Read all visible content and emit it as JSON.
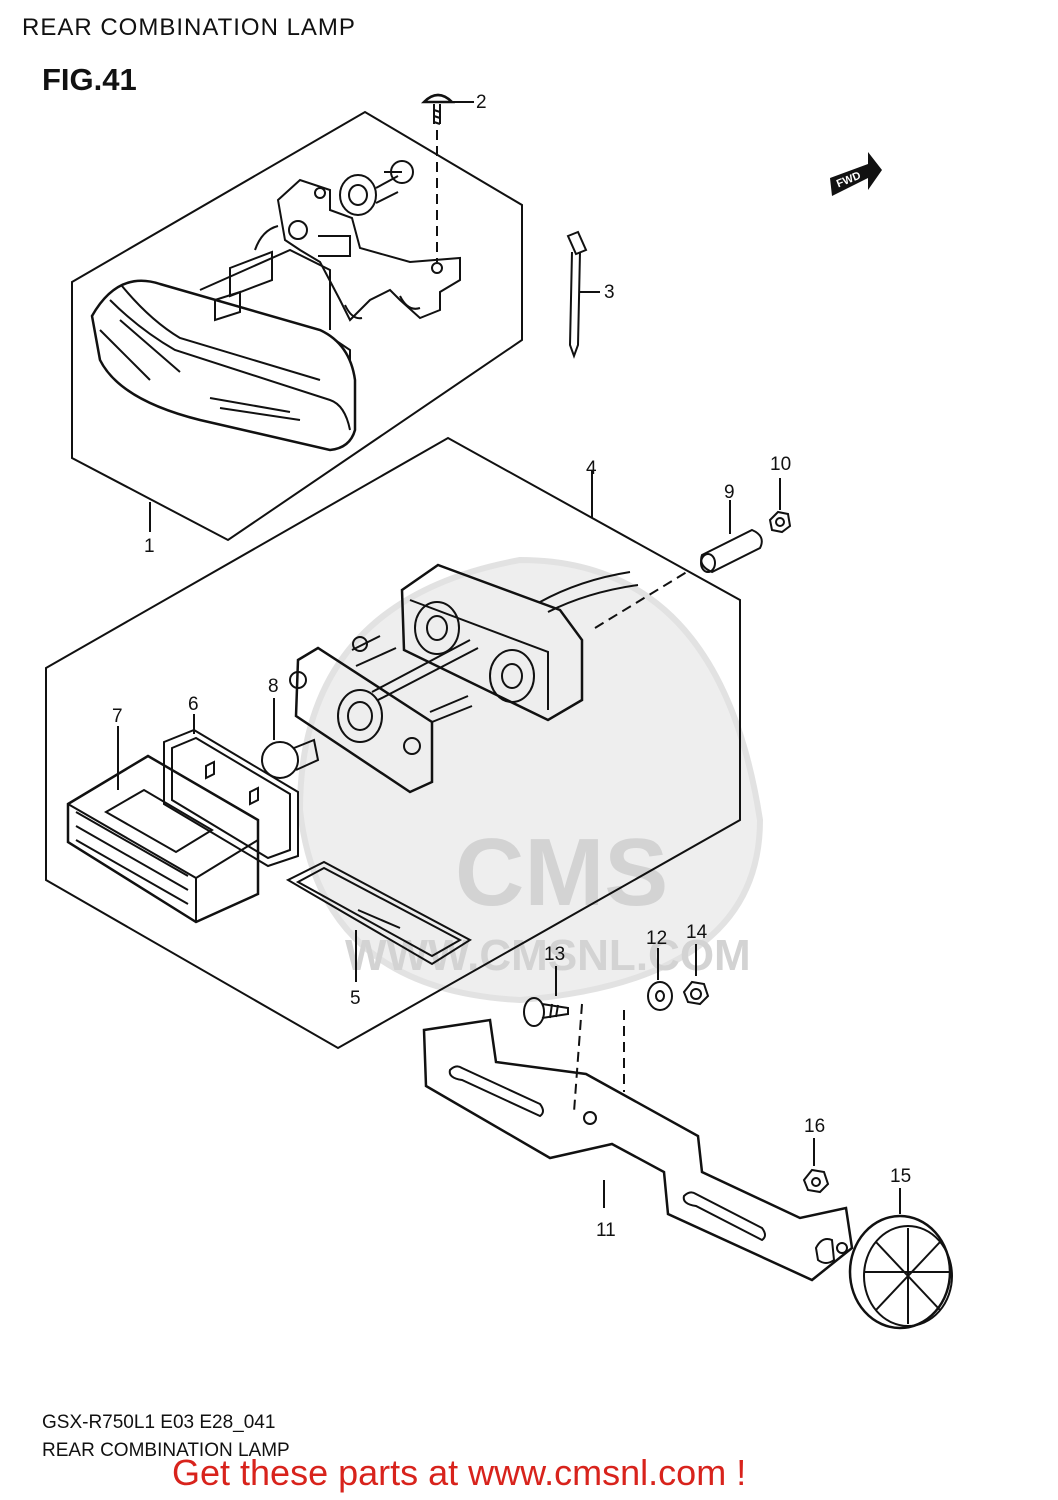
{
  "header": {
    "title": "REAR COMBINATION LAMP",
    "figure": "FIG.41"
  },
  "footer": {
    "model_code": "GSX-R750L1 E03 E28_041",
    "title": "REAR COMBINATION LAMP",
    "cta": "Get these parts at www.cmsnl.com !"
  },
  "diagram": {
    "direction_tag": "FWD",
    "watermark": {
      "brand": "CMS",
      "url": "WWW.CMSNL.COM"
    },
    "callouts": [
      "1",
      "2",
      "3",
      "4",
      "5",
      "6",
      "7",
      "8",
      "9",
      "10",
      "11",
      "12",
      "13",
      "14",
      "15",
      "16"
    ]
  },
  "colors": {
    "line": "#111111",
    "watermark": "#d3d3d3",
    "cta": "#d8231c"
  }
}
